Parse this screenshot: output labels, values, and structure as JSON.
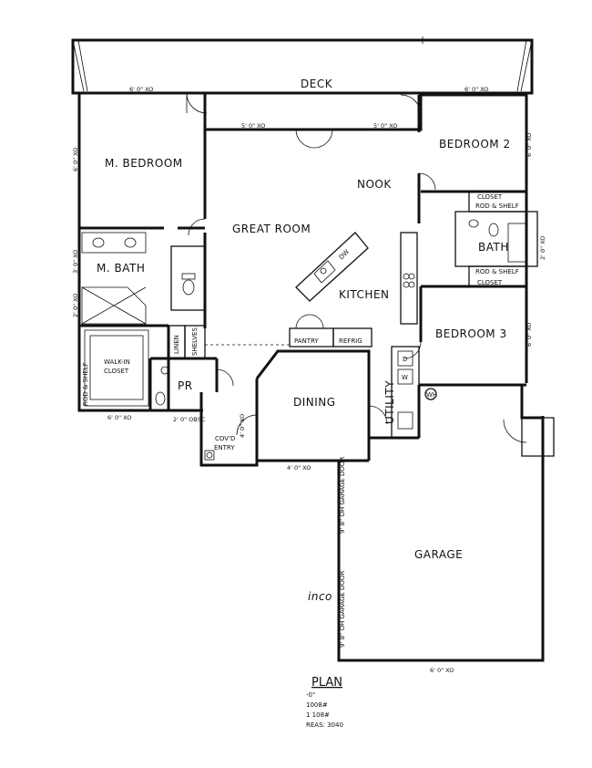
{
  "rooms": {
    "deck": "DECK",
    "master_bedroom": "M. BEDROOM",
    "master_bath": "M. BATH",
    "walk_in_closet_line1": "WALK-IN",
    "walk_in_closet_line2": "CLOSET",
    "great_room": "GREAT ROOM",
    "nook": "NOOK",
    "bedroom2": "BEDROOM 2",
    "closet_top": "CLOSET",
    "bath": "BATH",
    "closet_bottom": "CLOSET",
    "kitchen": "KITCHEN",
    "bedroom3": "BEDROOM 3",
    "utility": "UTILITY",
    "pr": "PR",
    "dining": "DINING",
    "covd_entry_line1": "COV'D",
    "covd_entry_line2": "ENTRY",
    "garage": "GARAGE"
  },
  "labels": {
    "pantry": "PANTRY",
    "refrig": "REFRIG",
    "linen": "LINEN",
    "rod_shelf_1": "ROD & SHELF",
    "rod_shelf_2": "ROD & SHELF",
    "rod_shelf_3": "ROD & SHELF",
    "shelves": "SHELVES",
    "dw": "DW",
    "wh": "WH",
    "dryer": "D",
    "washer": "W",
    "garage_door_1": "9' 8\" OH GARAGE DOOR",
    "garage_door_2": "9' 8\" OH GARAGE DOOR",
    "handwritten": "inco"
  },
  "dims": {
    "deck_left": "6' 0\" XO",
    "deck_right": "6' 0\" XO",
    "great_left": "5' 0\" XO",
    "great_right": "5' 0\" XO",
    "mbed_side": "6' 0\" XO",
    "bed2_side": "6' 0\" XO",
    "mbath_side": "3' 0\" XO",
    "bath_side": "2' 0\" XO",
    "closet_side": "2' 0\" XO",
    "bed3_side": "6' 0\" XO",
    "wic_bottom": "6' 0\" XO",
    "pr_bottom": "2' 0\" OBSC",
    "dining_bottom": "4' 0\" XO",
    "entry_side": "4' 0\" XO",
    "garage_bottom": "6' 0\" XO"
  },
  "plan": {
    "title": "PLAN",
    "scale": "-0\"",
    "line1": "1008#",
    "line2": "1 108#",
    "line3": "REAS: 3040"
  }
}
